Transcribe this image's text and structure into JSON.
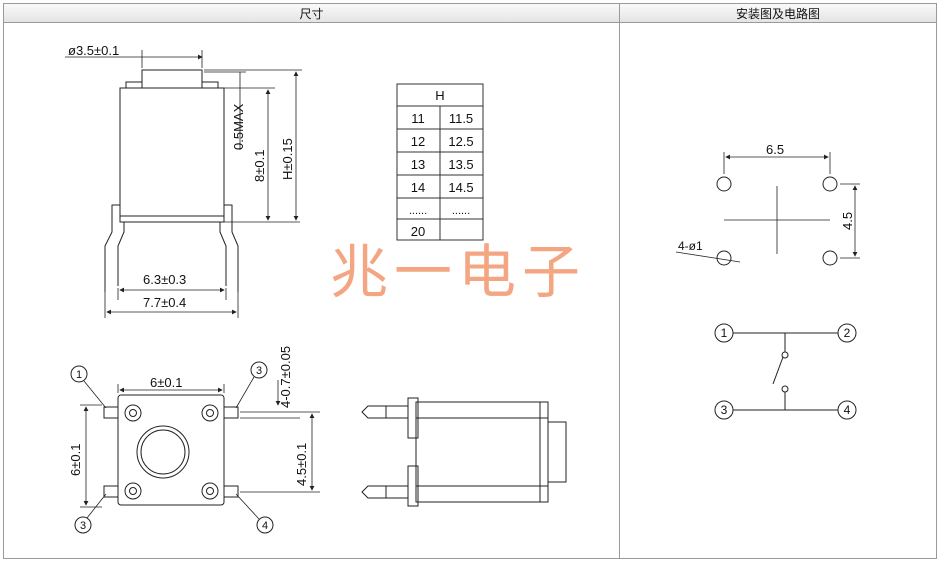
{
  "header": {
    "dimensions_title": "尺寸",
    "install_title": "安装图及电路图"
  },
  "front_view": {
    "button_dia": "ø3.5±0.1",
    "max_gap": "0.5MAX",
    "body_height": "8±0.1",
    "total_height": "H±0.15",
    "pin_inner": "6.3±0.3",
    "pin_outer": "7.7±0.4"
  },
  "height_table": {
    "header": "H",
    "rows": [
      [
        "11",
        "11.5"
      ],
      [
        "12",
        "12.5"
      ],
      [
        "13",
        "13.5"
      ],
      [
        "14",
        "14.5"
      ],
      [
        "......",
        "......"
      ],
      [
        "20",
        ""
      ]
    ]
  },
  "top_view": {
    "width": "6±0.1",
    "height": "6±0.1",
    "pin_height": "4-0.7±0.05",
    "pin_spacing": "4.5±0.1",
    "pins": [
      "1",
      "3",
      "3",
      "4"
    ]
  },
  "mount": {
    "width": "6.5",
    "height": "4.5",
    "holes": "4-ø1"
  },
  "circuit": {
    "pins": [
      "1",
      "2",
      "3",
      "4"
    ]
  },
  "watermark": "兆一电子"
}
